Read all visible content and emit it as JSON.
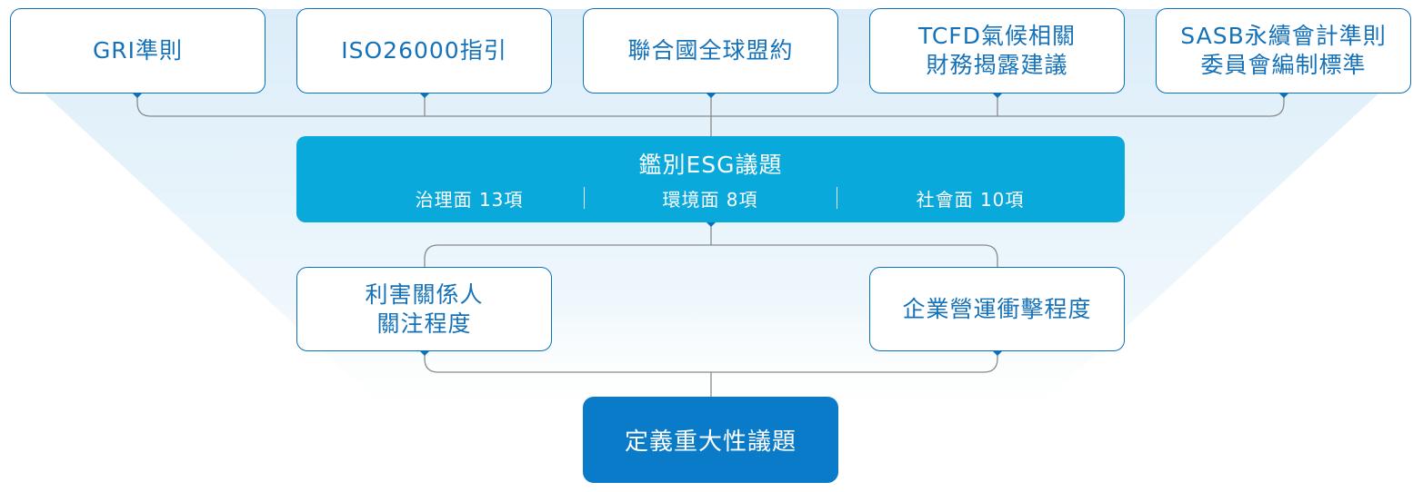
{
  "sources": [
    {
      "lines": [
        "GRI準則"
      ]
    },
    {
      "lines": [
        "ISO26000指引"
      ]
    },
    {
      "lines": [
        "聯合國全球盟約"
      ]
    },
    {
      "lines": [
        "TCFD氣候相關",
        "財務揭露建議"
      ]
    },
    {
      "lines": [
        "SASB永續會計準則",
        "委員會編制標準"
      ]
    }
  ],
  "esg": {
    "title": "鑑別ESG議題",
    "categories": [
      "治理面 13項",
      "環境面 8項",
      "社會面 10項"
    ]
  },
  "criteria": [
    {
      "lines": [
        "利害關係人",
        "關注程度"
      ]
    },
    {
      "lines": [
        "企業營運衝擊程度"
      ]
    }
  ],
  "result": "定義重大性議題",
  "colors": {
    "accent_dark": "#0b72b9",
    "esg_fill": "#0aa9db",
    "result_fill": "#0a7bc9",
    "connector": "#888888",
    "funnel": "#e6f3fb"
  }
}
